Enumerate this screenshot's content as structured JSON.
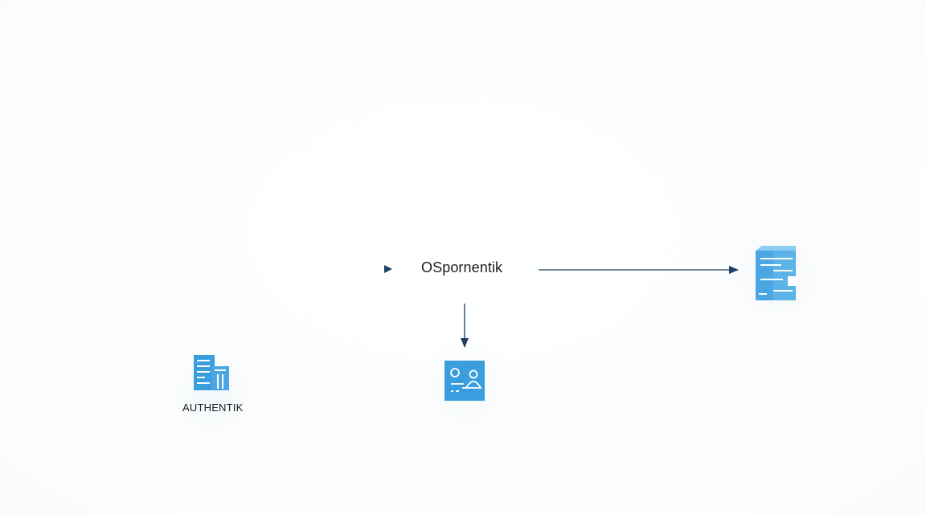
{
  "diagram": {
    "nodes": [
      {
        "id": "center",
        "label": "OSpornentik",
        "icon": "play-marker-icon"
      },
      {
        "id": "auth",
        "label": "AUTHENTIK",
        "icon": "building-icon"
      },
      {
        "id": "server",
        "label": "",
        "icon": "server-stack-icon"
      },
      {
        "id": "profile",
        "label": "",
        "icon": "user-card-icon"
      }
    ],
    "edges": [
      {
        "from": "center",
        "to": "server"
      },
      {
        "from": "center",
        "to": "profile"
      }
    ]
  },
  "colors": {
    "accent": "#3a9ede",
    "accent_light": "#6bbbe9",
    "arrow": "#1f3f66",
    "text": "#1b1f24"
  }
}
